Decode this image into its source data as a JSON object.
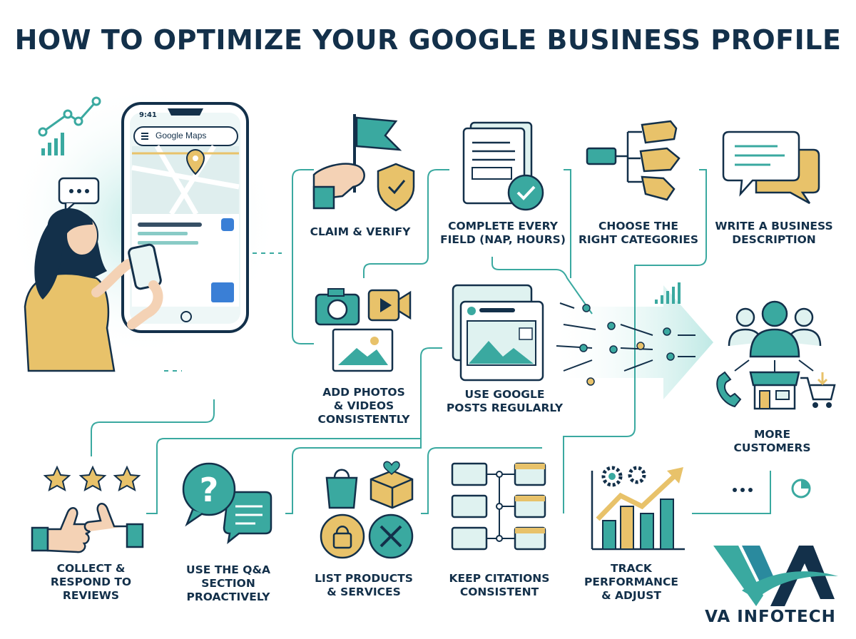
{
  "title": "HOW TO OPTIMIZE YOUR GOOGLE BUSINESS PROFILE",
  "phone": {
    "time": "9:41",
    "search_text": "Google Maps"
  },
  "steps": [
    {
      "id": "claim",
      "label": "CLAIM & VERIFY"
    },
    {
      "id": "complete",
      "label": "COMPLETE EVERY\nFIELD (NAP, HOURS)"
    },
    {
      "id": "categories",
      "label": "CHOOSE THE\nRIGHT CATEGORIES"
    },
    {
      "id": "description",
      "label": "WRITE A BUSINESS\nDESCRIPTION"
    },
    {
      "id": "photos",
      "label": "ADD PHOTOS\n& VIDEOS\nCONSISTENTLY"
    },
    {
      "id": "posts",
      "label": "USE GOOGLE\nPOSTS REGULARLY"
    },
    {
      "id": "reviews",
      "label": "COLLECT &\nRESPOND TO\nREVIEWS"
    },
    {
      "id": "qa",
      "label": "USE THE Q&A\nSECTION\nPROACTIVELY"
    },
    {
      "id": "products",
      "label": "LIST PRODUCTS\n& SERVICES"
    },
    {
      "id": "citations",
      "label": "KEEP CITATIONS\nCONSISTENT"
    },
    {
      "id": "track",
      "label": "TRACK\nPERFORMANCE\n& ADJUST"
    }
  ],
  "outcome": {
    "label": "MORE\nCUSTOMERS"
  },
  "brand": {
    "name": "VA INFOTECH"
  },
  "colors": {
    "navy": "#13304a",
    "teal": "#3aa9a0",
    "gold": "#e8c26a",
    "glow": "#d8f3f1"
  }
}
